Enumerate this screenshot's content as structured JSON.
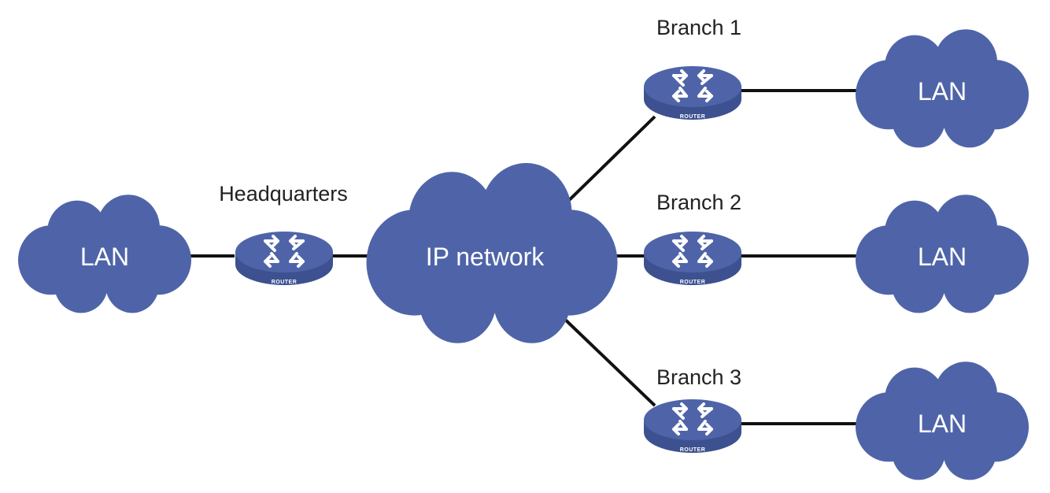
{
  "diagram": {
    "colors": {
      "cloud": "#4f64a8",
      "router_top": "#4f64a8",
      "router_side": "#3d5190",
      "link": "#111111",
      "label": "#222222"
    },
    "clouds": {
      "hq_lan": "LAN",
      "ip_network": "IP network",
      "branch1_lan": "LAN",
      "branch2_lan": "LAN",
      "branch3_lan": "LAN"
    },
    "sites": {
      "headquarters": "Headquarters",
      "branch1": "Branch 1",
      "branch2": "Branch 2",
      "branch3": "Branch 3"
    },
    "router_caption": "ROUTER",
    "router_icon": "router-icon",
    "cloud_icon": "cloud-icon"
  }
}
